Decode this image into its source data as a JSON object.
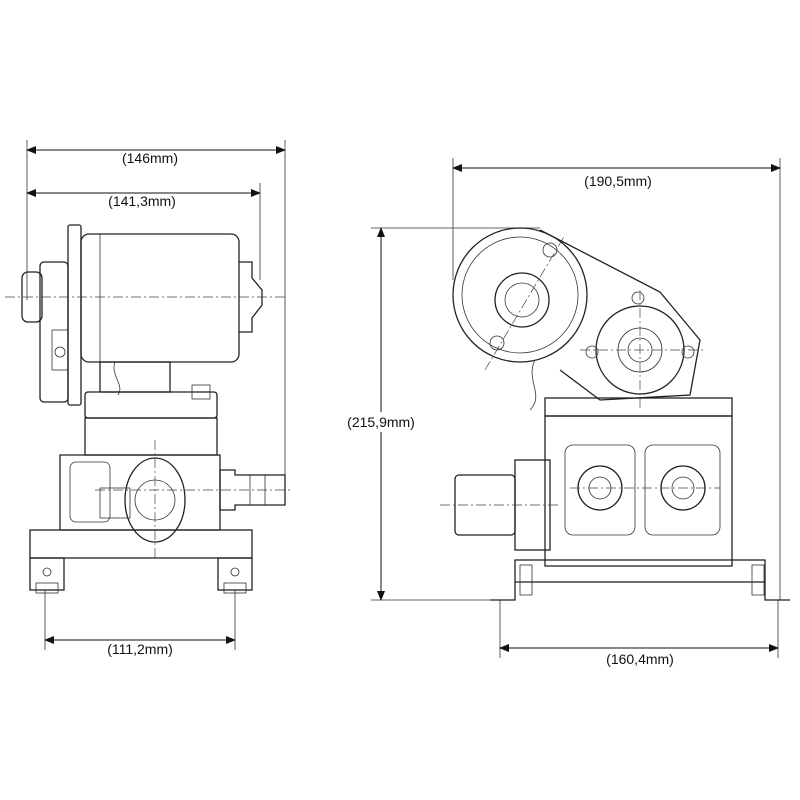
{
  "drawing": {
    "title": "Pump dimensional drawing",
    "dimensions": {
      "overall_width_side": "(146mm)",
      "motor_width_side": "(141,3mm)",
      "base_mount_side": "(111,2mm)",
      "overall_width_front": "(190,5mm)",
      "overall_height": "(215,9mm)",
      "base_mount_front": "(160,4mm)"
    }
  }
}
